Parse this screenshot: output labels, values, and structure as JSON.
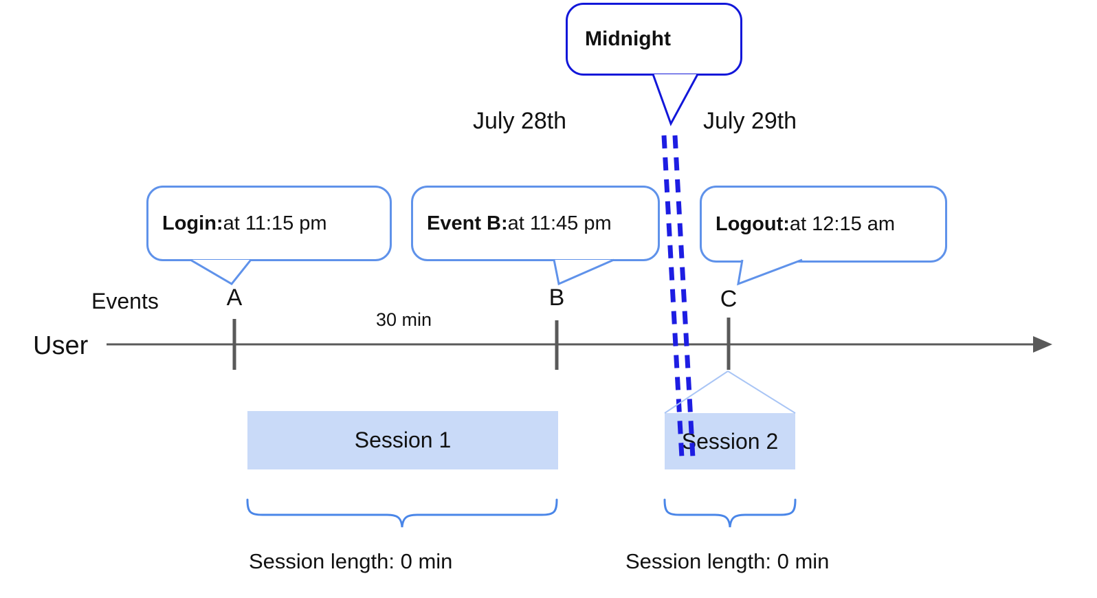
{
  "diagram": {
    "midnight": {
      "label": "Midnight"
    },
    "dates": {
      "left": "July 28th",
      "right": "July 29th"
    },
    "callouts": {
      "login": {
        "title": "Login:",
        "detail": " at 11:15 pm"
      },
      "event_b": {
        "title": "Event B:",
        "detail": " at 11:45 pm"
      },
      "logout": {
        "title": "Logout:",
        "detail": " at 12:15 am"
      }
    },
    "timeline": {
      "row_label": "User",
      "events_label": "Events",
      "interval_label": "30 min",
      "markers": {
        "a": "A",
        "b": "B",
        "c": "C"
      }
    },
    "sessions": {
      "session1": {
        "label": "Session 1",
        "length": "Session length: 0 min"
      },
      "session2": {
        "label": "Session 2",
        "length": "Session length: 0 min"
      }
    },
    "colors": {
      "midnight_bubble_border": "#1217d9",
      "event_bubble_border": "#5f92ea",
      "dashed_divider": "#1d1de2",
      "session_fill": "#c9daf8",
      "brace": "#4a86e8",
      "timeline_line": "#595959",
      "session_roof_line": "#a9c5f5"
    }
  }
}
